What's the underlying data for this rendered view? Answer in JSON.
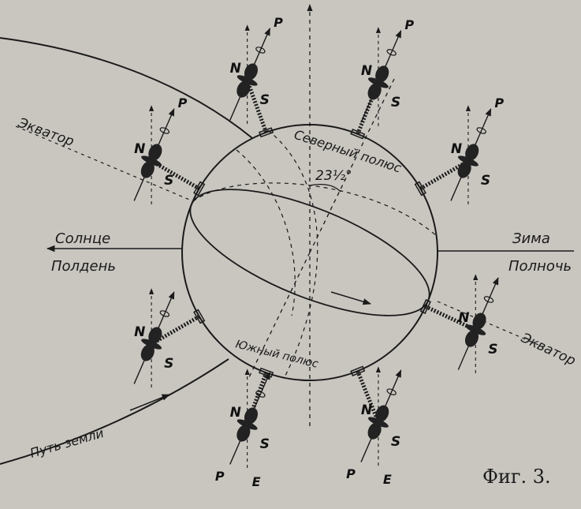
{
  "diagram": {
    "sun_label": "Солнце",
    "noon_label": "Полдень",
    "winter_label": "Зима",
    "midnight_label": "Полночь",
    "equator_left_label": "Экватор",
    "equator_right_label": "Экватор",
    "north_pole_label": "Северный полюс",
    "south_pole_label": "Южный полюс",
    "angle_label": "23½°",
    "earth_path_label": "Путь земли",
    "north_marker": "N",
    "south_marker": "S",
    "p_marker": "P",
    "e_marker": "E"
  },
  "caption": "Фиг. 3."
}
